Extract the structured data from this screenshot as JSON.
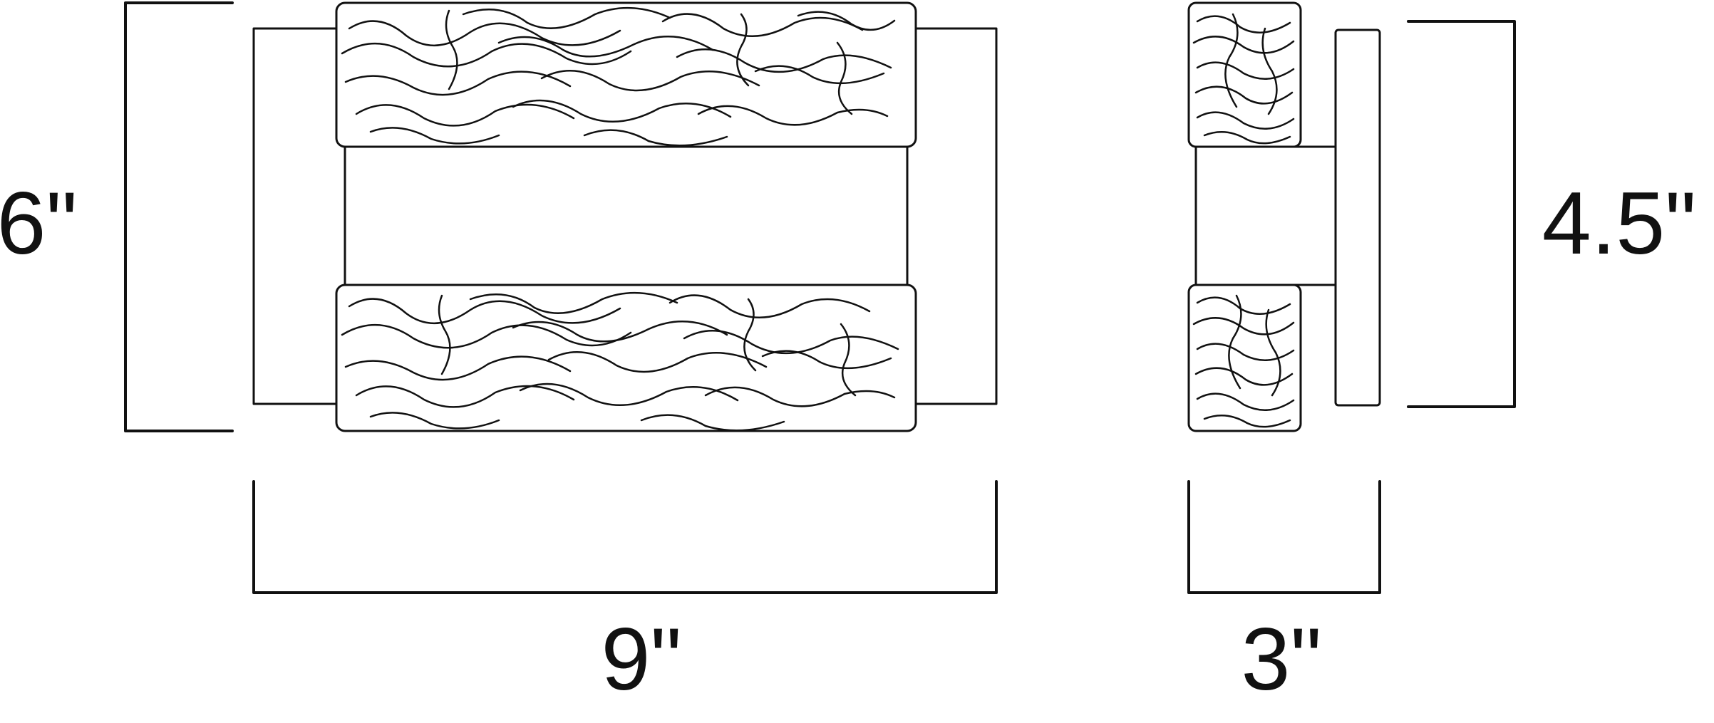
{
  "dimensions": {
    "height": "6\"",
    "width": "9\"",
    "depth": "3\"",
    "backplate_height": "4.5\""
  },
  "colors": {
    "line": "#111111",
    "background": "#ffffff"
  }
}
